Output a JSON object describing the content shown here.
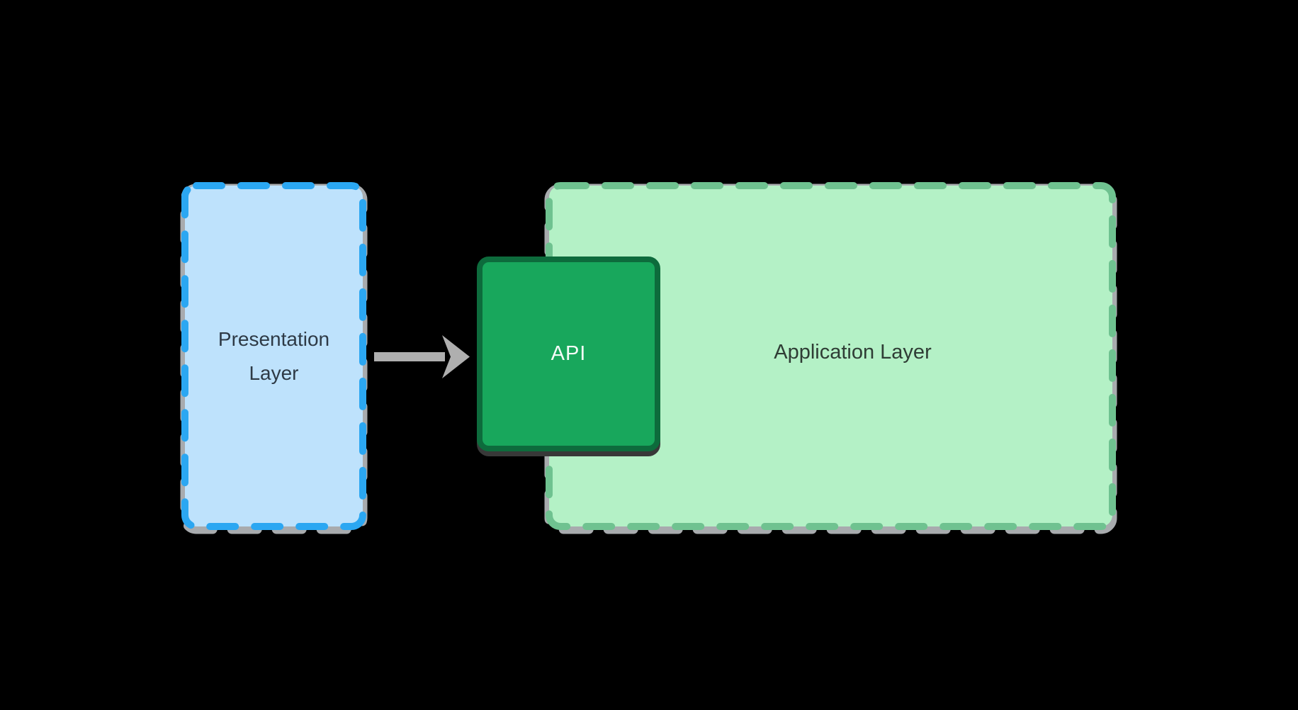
{
  "diagram": {
    "background": "#000000",
    "nodes": {
      "presentation_layer": {
        "label": "Presentation Layer",
        "fill": "#BEE2FC",
        "border_color": "#2BA7F2",
        "border_style": "dashed",
        "text_color": "#2E3A46"
      },
      "api": {
        "label": "API",
        "fill": "#18A75C",
        "border_color": "#0D6B3C",
        "border_style": "solid",
        "text_color": "#F4FBF7"
      },
      "application_layer": {
        "label": "Application Layer",
        "fill": "#B4F1C6",
        "border_color": "#6FC290",
        "border_style": "dashed",
        "text_color": "#2F3D35"
      }
    },
    "connector": {
      "shape": "arrow-right",
      "color": "#AFAFAF",
      "from": "Presentation Layer",
      "to": "API"
    },
    "shadow_color_light": "#A8ABAE",
    "shadow_color_dark": "#383838"
  }
}
